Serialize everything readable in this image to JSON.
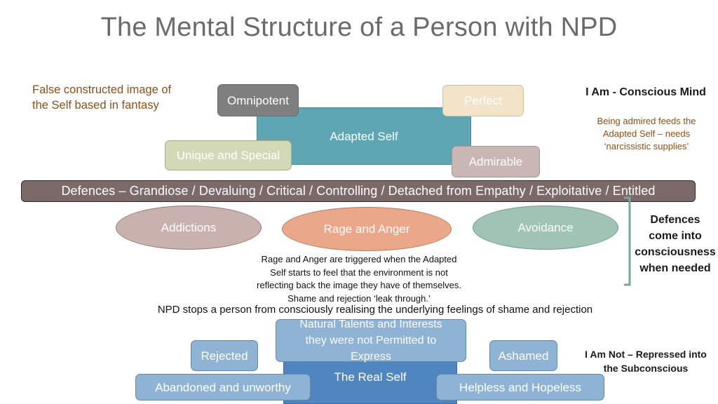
{
  "title": "The Mental Structure of a Person with NPD",
  "false_image_note": [
    "False constructed image of",
    "the Self based in fantasy"
  ],
  "conscious_mind": {
    "heading": "I Am - Conscious Mind",
    "note": [
      "Being admired feeds the",
      "Adapted Self – needs",
      "‘narcissistic supplies’"
    ]
  },
  "adapted_self": {
    "label": "Adapted Self",
    "traits": {
      "omnipotent": "Omnipotent",
      "perfect": "Perfect",
      "unique": "Unique and Special",
      "admirable": "Admirable"
    }
  },
  "defences_bar": "Defences – Grandiose / Devaluing / Critical / Controlling / Detached from Empathy / Exploitative / Entitled",
  "defences_side_note": [
    "Defences",
    "come into",
    "consciousness",
    "when needed"
  ],
  "ellipses": {
    "addictions": "Addictions",
    "rage": "Rage and Anger",
    "avoidance": "Avoidance"
  },
  "rage_explanation": [
    "Rage and Anger are triggered when the Adapted",
    "Self starts to feel that the environment is not",
    "reflecting back the image they have of themselves.",
    "Shame and rejection ‘leak through.’"
  ],
  "npd_statement": "NPD stops a person from consciously realising the underlying feelings of shame and rejection",
  "real_self": {
    "label": "The Real Self",
    "talents": [
      "Natural Talents and Interests",
      "they were not Permitted to",
      "Express"
    ],
    "rejected": "Rejected",
    "ashamed": "Ashamed",
    "abandoned": "Abandoned and unworthy",
    "helpless": "Helpless and Hopeless"
  },
  "subconscious": {
    "heading": [
      "I Am Not – Repressed into",
      "the Subconscious"
    ]
  },
  "colors": {
    "adapted_teal": "#5fa6b5",
    "omnipotent_grey": "#7f7f7f",
    "perfect_cream": "#f3e4c9",
    "unique_green": "#d3d9b7",
    "admirable_mauve": "#c9b7b5",
    "defences_bar": "#7c6a6a",
    "addictions_mauve": "#c9b1ae",
    "rage_orange": "#eaa78a",
    "avoidance_sage": "#9fc3b5",
    "real_self_blue": "#4f86bf",
    "light_blue": "#8fb3d5",
    "bracket_green": "#77a79c",
    "note_brown": "#8a4f1c"
  }
}
